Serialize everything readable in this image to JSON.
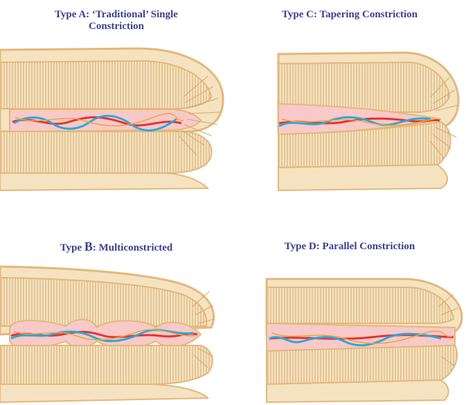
{
  "panels": [
    {
      "id": "A",
      "title_prefix": "Type A: ",
      "title_rest": "‘Traditional’ Single",
      "title_line2": "Constriction"
    },
    {
      "id": "C",
      "title_prefix": "Type C: ",
      "title_rest": "Tapering Constriction",
      "title_line2": ""
    },
    {
      "id": "B",
      "title_prefix": "Type ",
      "title_letter": "B",
      "title_rest": ": Multiconstricted",
      "title_line2": ""
    },
    {
      "id": "D",
      "title_prefix": "Type D: ",
      "title_rest": "Parallel Constriction",
      "title_line2": ""
    }
  ],
  "colors": {
    "title": "#3b3f8f",
    "skin_outline": "#e3b87a",
    "skin_fill": "#f5e2c0",
    "hair": "#d2a96d",
    "lumen": "#f7c9c8",
    "vessel_red": "#e53232",
    "vessel_blue": "#2ba9d9",
    "vessel_orange": "#f0a43a"
  }
}
